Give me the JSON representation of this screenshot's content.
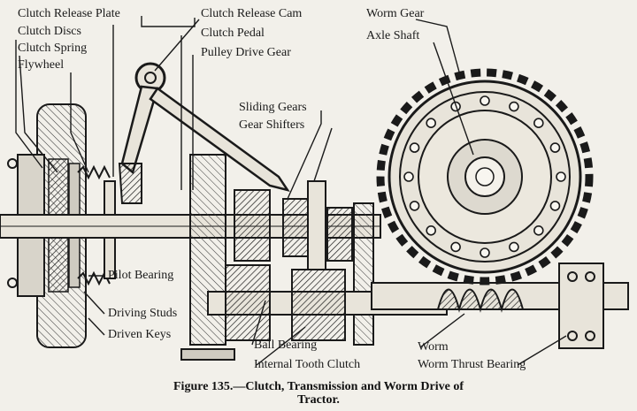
{
  "labels": {
    "clutch_release_plate": "Clutch Release Plate",
    "clutch_discs": "Clutch Discs",
    "clutch_spring": "Clutch Spring",
    "flywheel": "Flywheel",
    "clutch_release_cam": "Clutch Release Cam",
    "clutch_pedal": "Clutch Pedal",
    "pulley_drive_gear": "Pulley Drive Gear",
    "worm_gear": "Worm Gear",
    "axle_shaft": "Axle Shaft",
    "sliding_gears": "Sliding Gears",
    "gear_shifters": "Gear Shifters",
    "pilot_bearing": "Pilot Bearing",
    "driving_studs": "Driving Studs",
    "driven_keys": "Driven Keys",
    "ball_bearing": "Ball Bearing",
    "internal_tooth_clutch": "Internal Tooth Clutch",
    "worm": "Worm",
    "worm_thrust_bearing": "Worm Thrust Bearing"
  },
  "caption": {
    "line1": "Figure 135.—Clutch, Transmission and Worm Drive of",
    "line2": "Tractor."
  },
  "colors": {
    "ink": "#1a1a1a",
    "paper": "#f2f0ea",
    "shade": "#bdb9ae"
  }
}
